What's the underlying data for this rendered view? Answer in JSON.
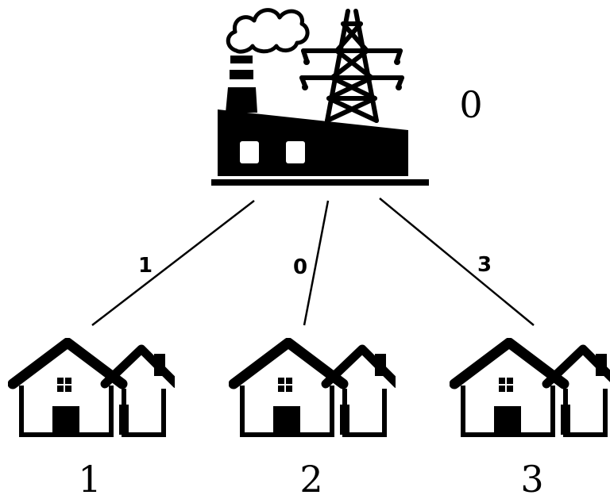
{
  "diagram": {
    "root": {
      "id": "0",
      "label": "0",
      "icon": "power-plant-icon"
    },
    "children": [
      {
        "id": "1",
        "label": "1",
        "icon": "house-icon",
        "edge_weight": "1"
      },
      {
        "id": "2",
        "label": "2",
        "icon": "house-icon",
        "edge_weight": "0"
      },
      {
        "id": "3",
        "label": "3",
        "icon": "house-icon",
        "edge_weight": "3"
      }
    ]
  }
}
